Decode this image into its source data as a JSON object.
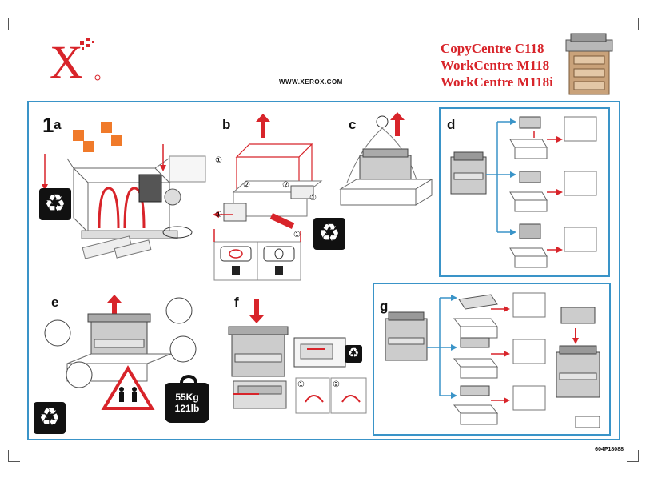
{
  "header": {
    "logo": "X",
    "url": "WWW.XEROX.COM",
    "titles": [
      "CopyCentre C118",
      "WorkCentre M118",
      "WorkCentre M118i"
    ]
  },
  "steps": {
    "s1": "1",
    "a": "a",
    "b": "b",
    "c": "c",
    "d": "d",
    "e": "e",
    "f": "f",
    "g": "g"
  },
  "markers": {
    "one": "①",
    "two": "②"
  },
  "weight": {
    "kg": "55Kg",
    "lb": "121lb"
  },
  "footer": {
    "code": "604P18088"
  },
  "colors": {
    "accent_blue": "#3a94c8",
    "arrow_red": "#d8242a",
    "foam_orange": "#f07a2a"
  }
}
